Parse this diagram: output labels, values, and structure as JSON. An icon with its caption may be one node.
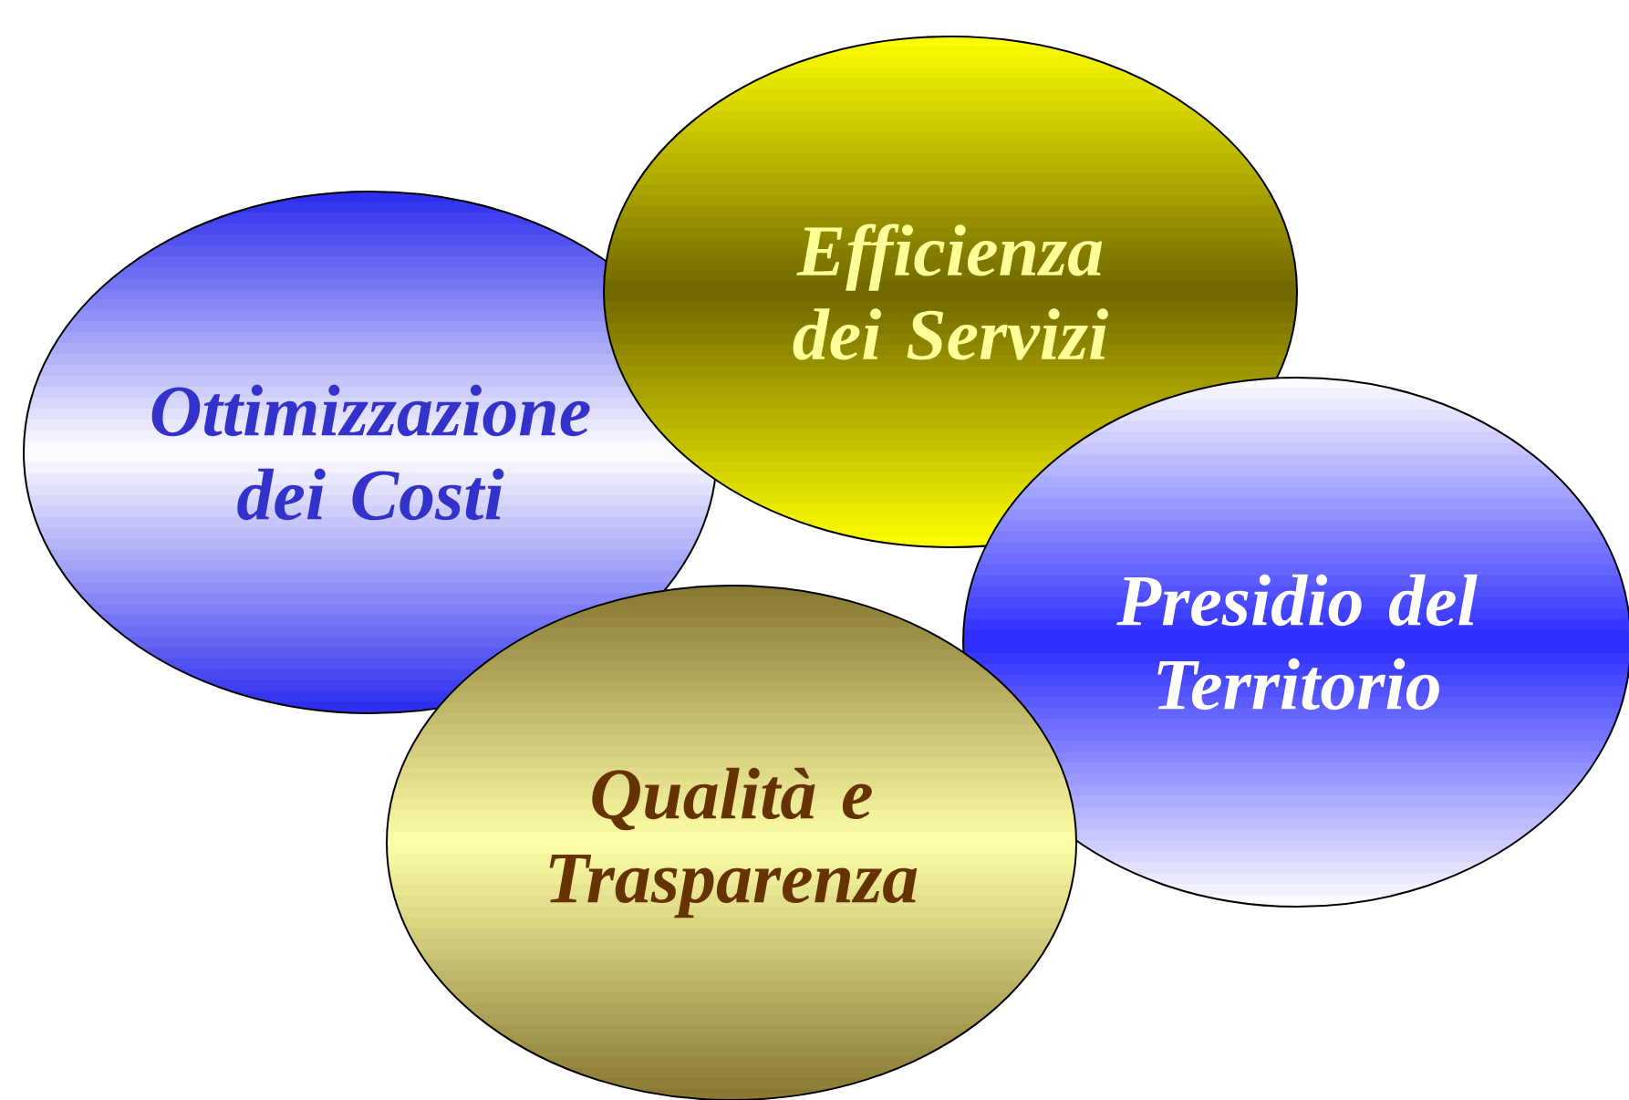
{
  "diagram": {
    "nodes": [
      {
        "text": [
          "Ottimizzazione dei Costi"
        ]
      },
      {
        "text": [
          "Efficienza dei Servizi"
        ]
      },
      {
        "text": [
          "Presidio del Territorio"
        ]
      },
      {
        "text": [
          "Qualità e Trasparenza"
        ]
      }
    ]
  }
}
